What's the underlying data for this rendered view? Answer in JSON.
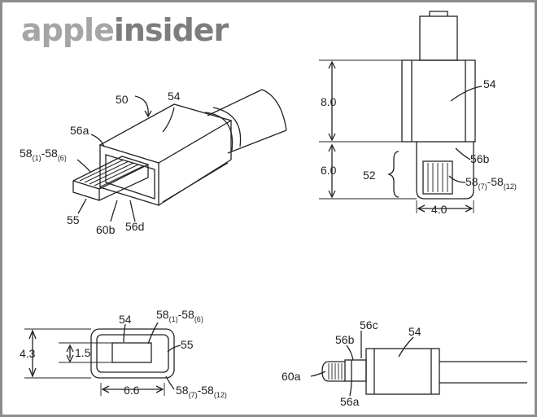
{
  "logo": {
    "part1": "apple",
    "part2": "insider"
  },
  "labels": {
    "l50": "50",
    "l54": "54",
    "l56a": "56a",
    "l55": "55",
    "l60b": "60b",
    "l56d": "56d",
    "l58a": "58",
    "l58a_sub1": "(1)",
    "l58a_dash": "-58",
    "l58a_sub2": "(6)",
    "l52": "52",
    "l56b": "56b",
    "l58b": "58",
    "l58b_sub1": "(7)",
    "l58b_dash": "-58",
    "l58b_sub2": "(12)",
    "l60a": "60a",
    "l56c": "56c"
  },
  "dimensions": {
    "d80": "8.0",
    "d60": "6.0",
    "d40": "4.0",
    "d43": "4.3",
    "d15": "1.5",
    "d66": "6.6"
  }
}
